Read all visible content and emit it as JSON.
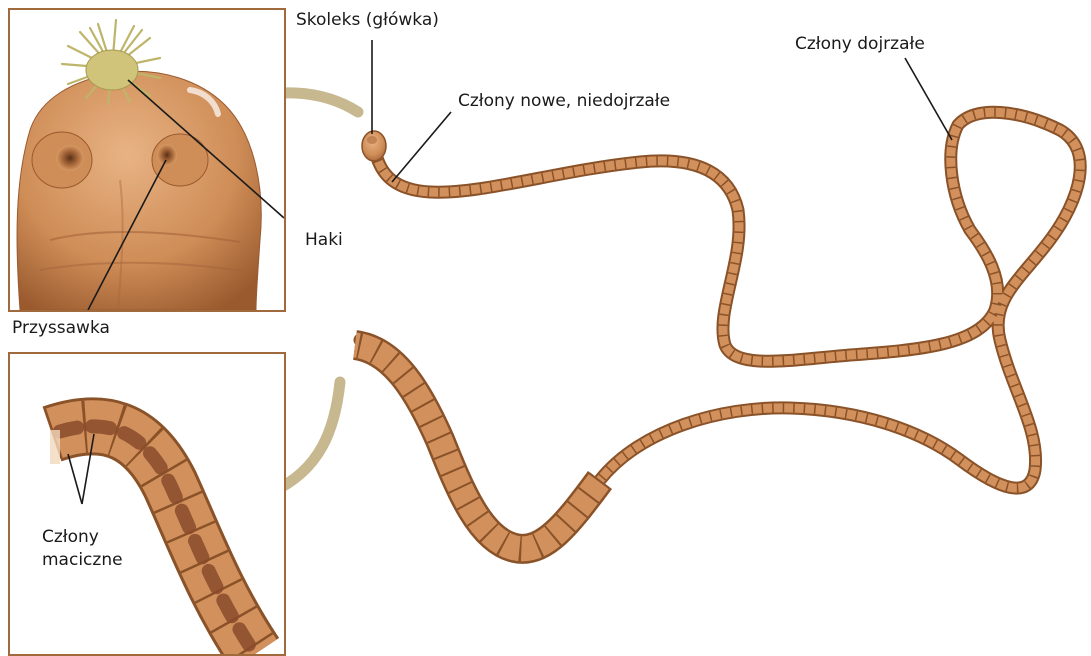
{
  "labels": {
    "scolex": "Skoleks (główka)",
    "new_segments": "Człony nowe, niedojrzałe",
    "mature_segments": "Człony dojrzałe",
    "hooks": "Haki",
    "sucker": "Przyssawka",
    "gravid_line1": "Człony",
    "gravid_line2": "maciczne"
  },
  "colors": {
    "worm_body": "#c98652",
    "worm_dark": "#8a5228",
    "frame": "#a06a3c",
    "arrow": "#c8b890",
    "hooks": "#bfb56a",
    "line": "#1a1a1a",
    "sac": "#8a4a2a"
  }
}
